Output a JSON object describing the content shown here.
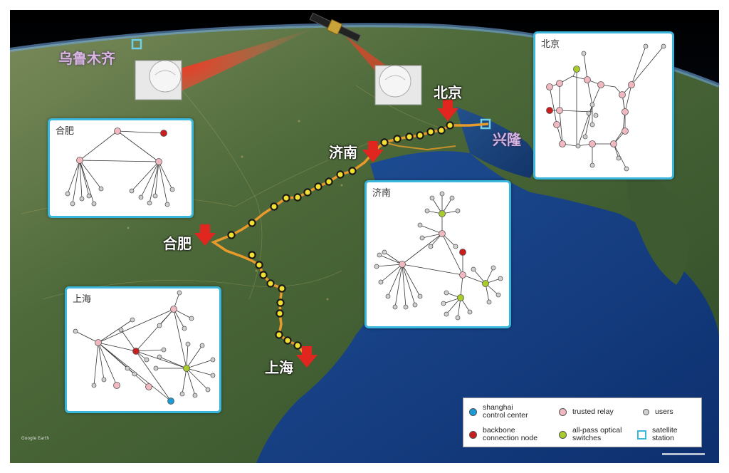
{
  "map": {
    "station_urumqi": "乌鲁木齐",
    "station_xinglong": "兴隆",
    "city_beijing": "北京",
    "city_jinan": "济南",
    "city_hefei": "合肥",
    "city_shanghai": "上海",
    "watermark": "Google Earth"
  },
  "insets": {
    "hefei_title": "合肥",
    "beijing_title": "北京",
    "jinan_title": "济南",
    "shanghai_title": "上海"
  },
  "legend": {
    "control_center": "shanghai\ncontrol center",
    "backbone": "backbone\nconnection node",
    "trusted_relay": "trusted relay",
    "optical_switch": "all-pass optical\nswitches",
    "users": "users",
    "satellite_station": "satellite\nstation"
  },
  "colors": {
    "control_center": "#1c9ad6",
    "backbone": "#c81e1e",
    "trusted_relay": "#f2b8c0",
    "optical_switch": "#a8cc2a",
    "users": "#d0d0d0",
    "inset_border": "#39b7dc",
    "route": "#e89a2a",
    "arrow": "#e0261e"
  },
  "icons": [
    "satellite-icon",
    "ground-station-dish-icon",
    "red-down-arrow-icon",
    "satellite-station-square-icon"
  ]
}
